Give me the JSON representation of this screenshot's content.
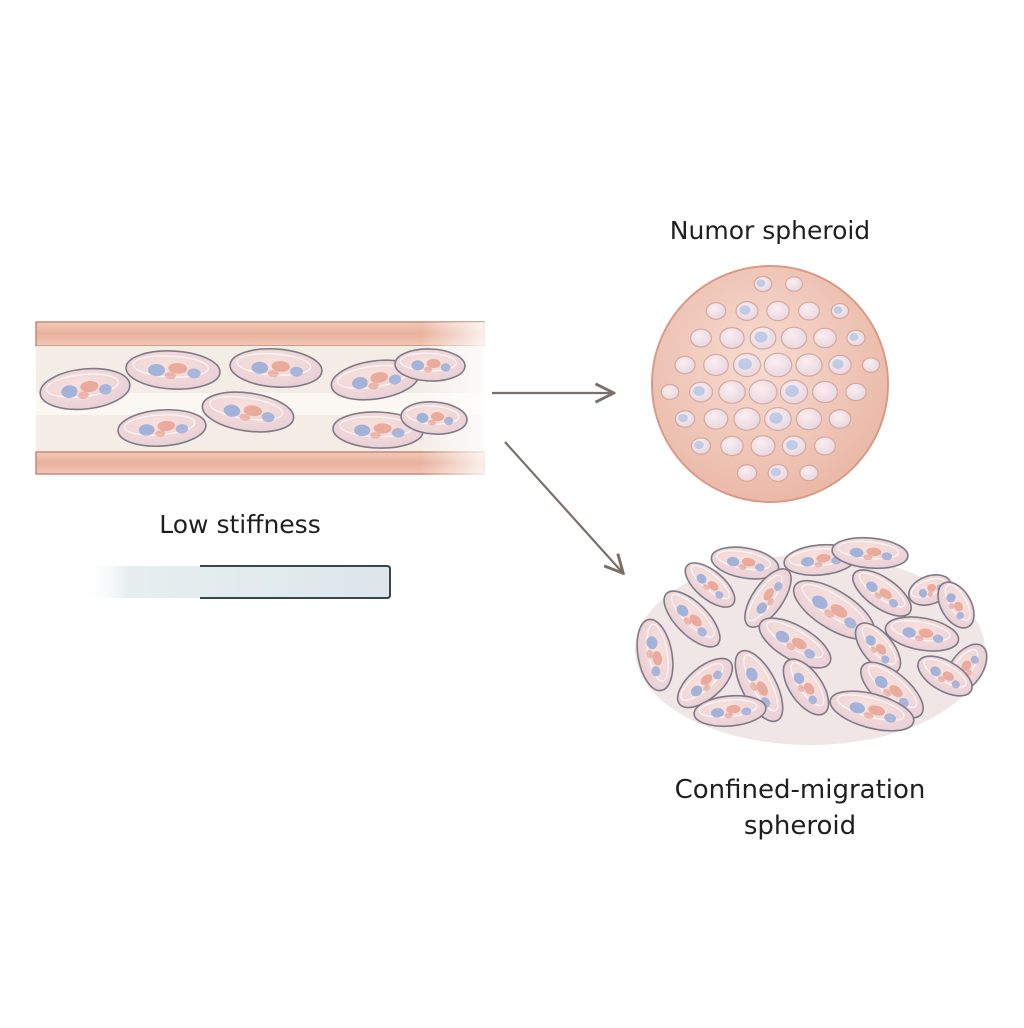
{
  "labels": {
    "tumor_spheroid": "Numor spheroid",
    "low_stiffness": "Low stiffness",
    "confined_line1": "Confined-migration",
    "confined_line2": "spheroid"
  },
  "colors": {
    "channel_wall": "#e8b7a2",
    "channel_wall_edge": "#c98a75",
    "channel_fill": "#f3ede6",
    "cell_fill": "#f6dbd6",
    "cell_outline": "#7f7a88",
    "nucleus_blue": "#8fa8d8",
    "nucleus_pink": "#e59a88",
    "arrow": "#7a7068",
    "gradient_bar_start": "#ffffff",
    "gradient_bar_end": "#dde6ea",
    "gradient_bar_edge": "#37474f"
  }
}
